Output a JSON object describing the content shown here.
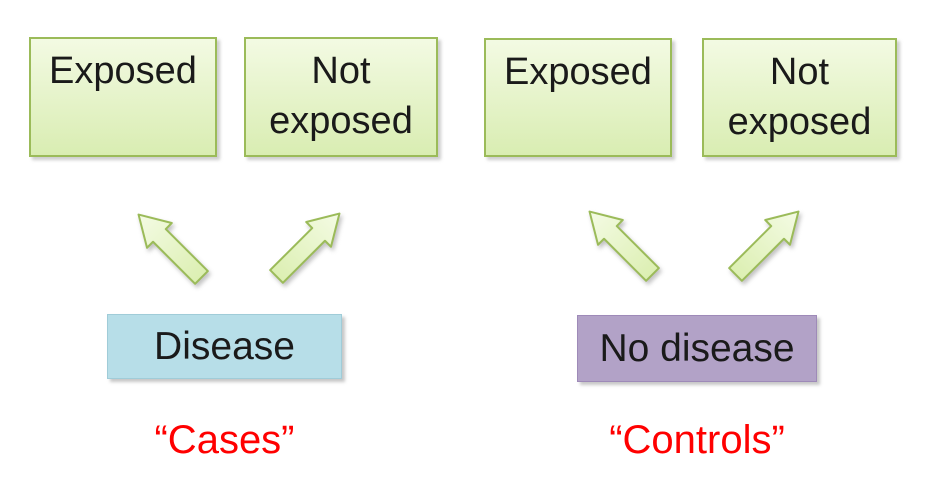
{
  "slide": {
    "background": "#ffffff"
  },
  "colors": {
    "exposure_box_fill_top": "#f3fae3",
    "exposure_box_fill_bottom": "#d9edb2",
    "green_border": "#9bbb59",
    "arrow_fill_light": "#f4fbe4",
    "arrow_fill_dark": "#dcefb2",
    "disease_fill": "#b7dee8",
    "disease_border": "#a0ccd8",
    "no_disease_fill": "#b2a2c7",
    "no_disease_border": "#9e8ab8",
    "group_label_color": "#ff0000",
    "text_color": "#1a1a1a"
  },
  "cases_group": {
    "exposed_box": "Exposed",
    "not_exposed_box": "Not\nexposed",
    "outcome_box": "Disease",
    "group_label": "“Cases”"
  },
  "controls_group": {
    "exposed_box": "Exposed",
    "not_exposed_box": "Not\nexposed",
    "outcome_box": "No disease",
    "group_label": "“Controls”"
  }
}
